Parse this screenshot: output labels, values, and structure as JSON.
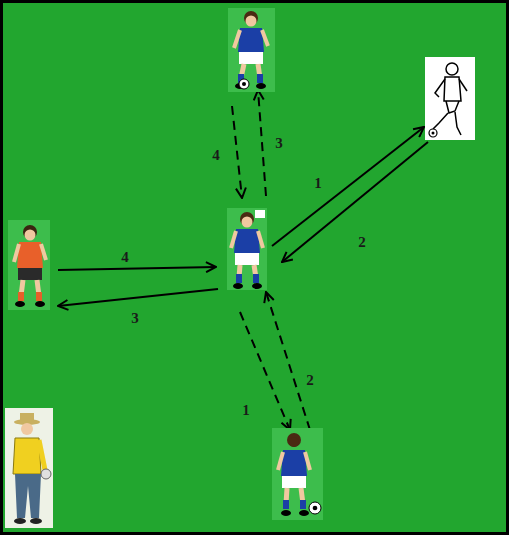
{
  "diagram": {
    "labels": [
      "4",
      "3",
      "1",
      "2",
      "4",
      "3",
      "2",
      "1"
    ]
  }
}
